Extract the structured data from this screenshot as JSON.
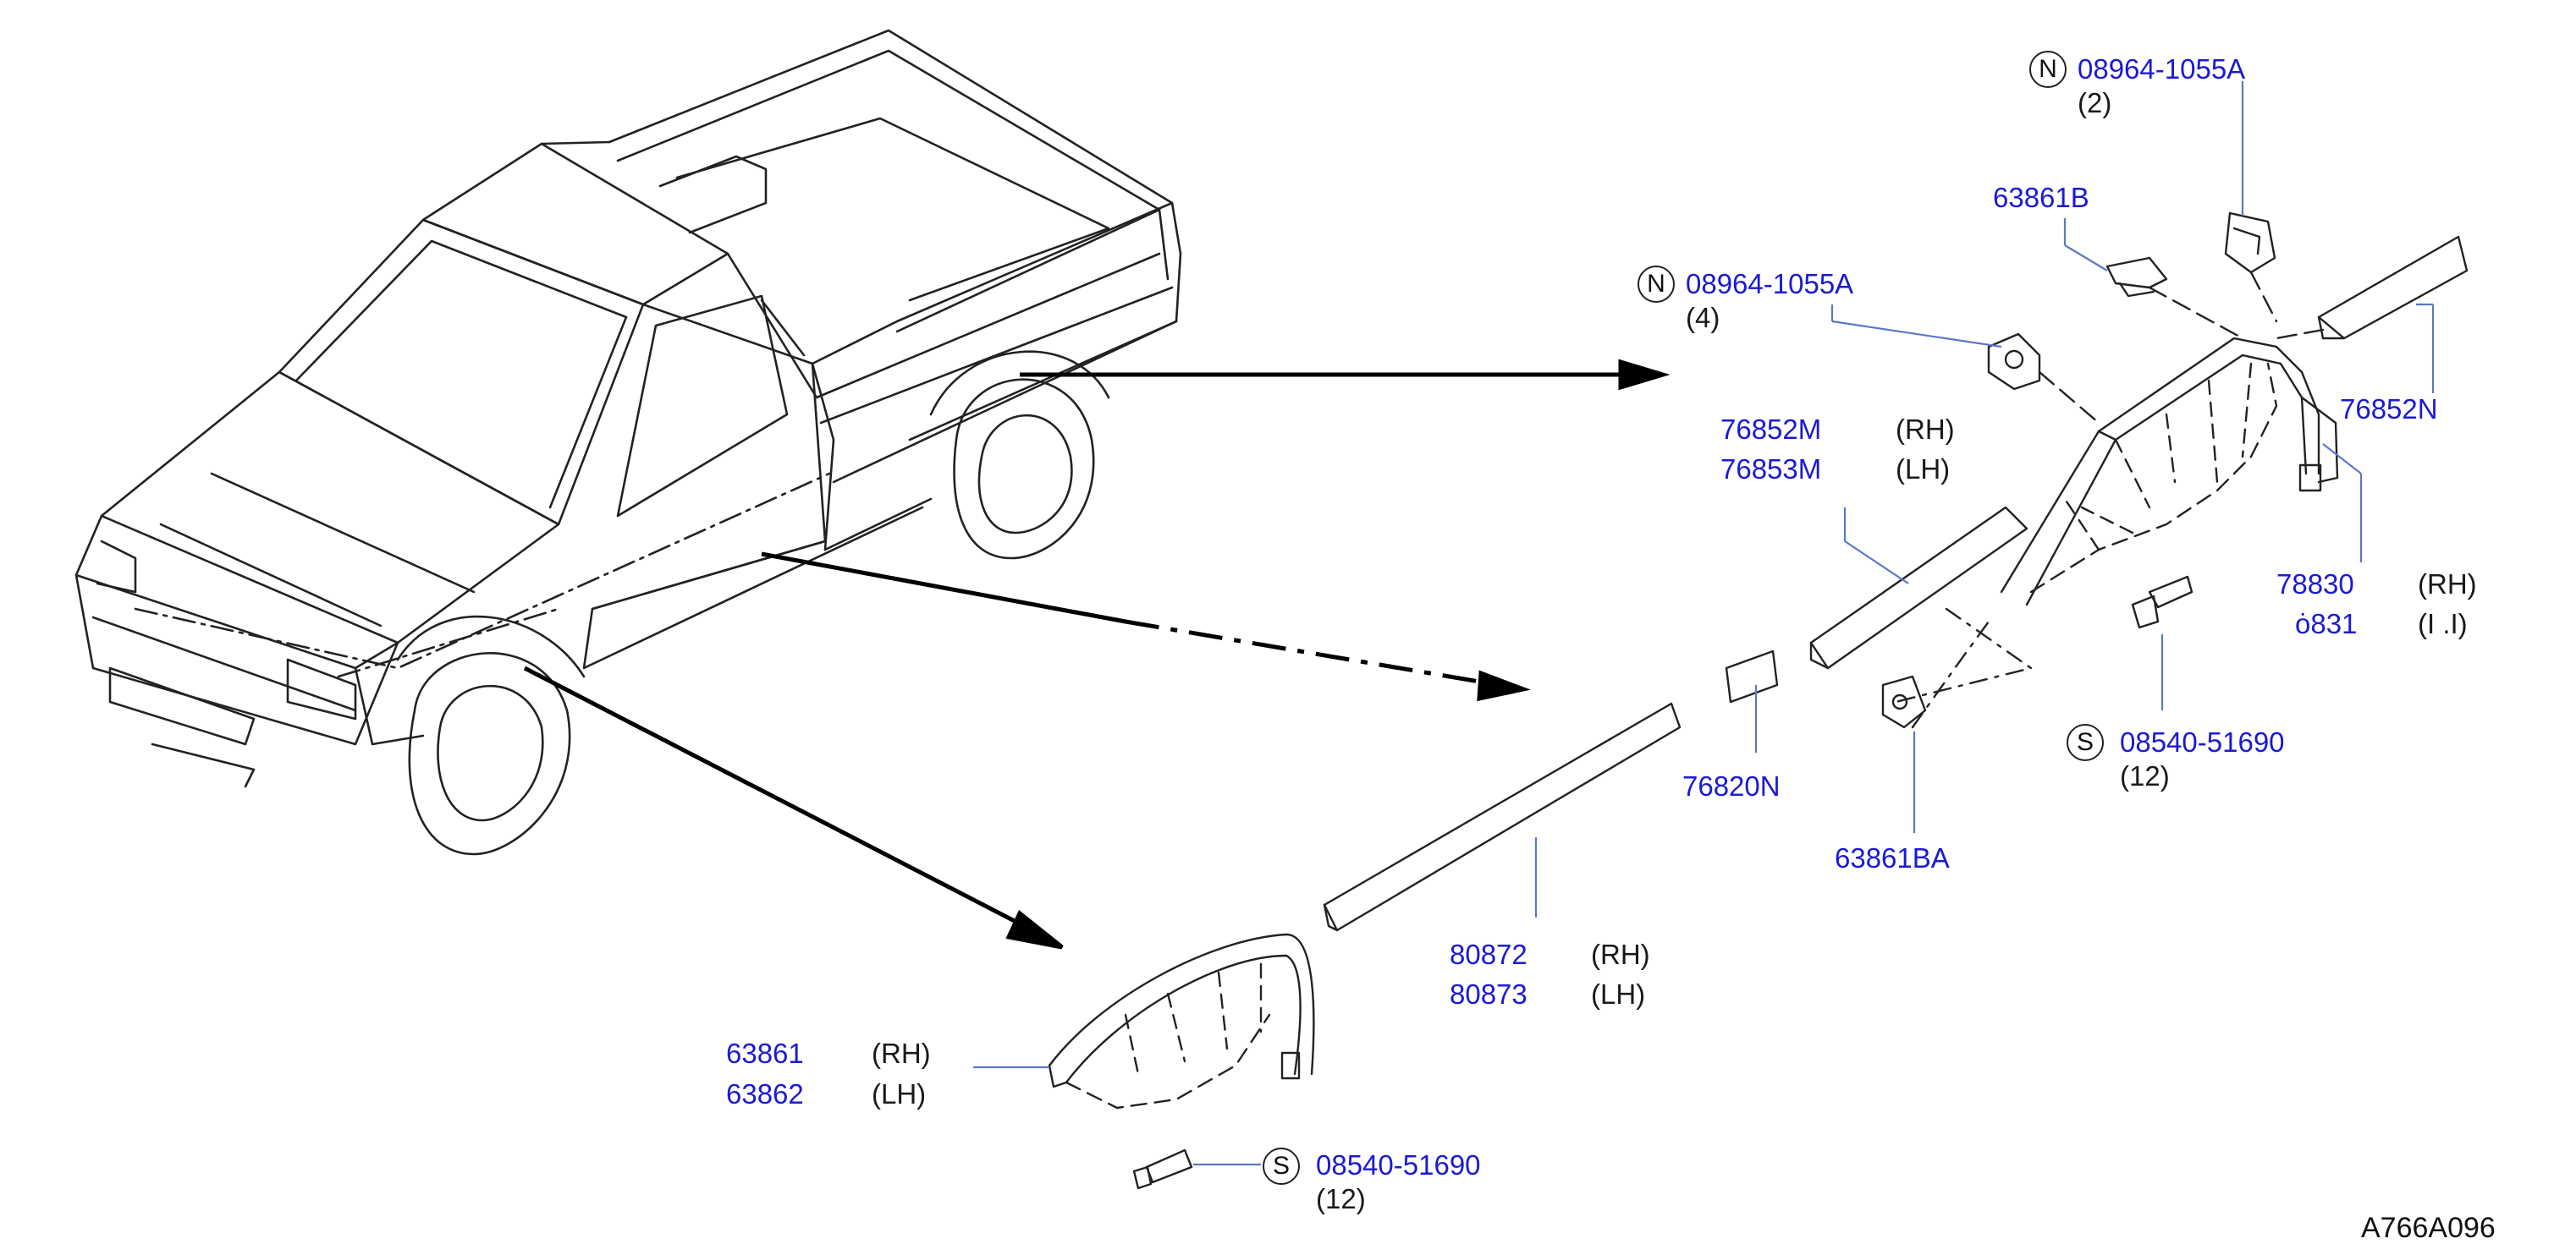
{
  "diagram_code": "A766A096",
  "callouts": [
    {
      "badge": "N",
      "part": "08964-1055A",
      "qty": "(2)"
    },
    {
      "badge": "N",
      "part": "08964-1055A",
      "qty": "(4)"
    },
    {
      "badge": "S",
      "part": "08540-51690",
      "qty": "(12)"
    },
    {
      "badge": "S",
      "part": "08540-51690",
      "qty": "(12)"
    }
  ],
  "parts": {
    "p63861B": "63861B",
    "p76852N": "76852N",
    "p76852M": "76852M",
    "p76853M": "76853M",
    "p78830": "78830",
    "p78831": "ȯ831",
    "p76820N": "76820N",
    "p63861BA": "63861BA",
    "p80872": "80872",
    "p80873": "80873",
    "p63861": "63861",
    "p63862": "63862"
  },
  "sides": {
    "rh": "(RH)",
    "lh": "(LH)",
    "lh_partial": "(I .I)"
  }
}
